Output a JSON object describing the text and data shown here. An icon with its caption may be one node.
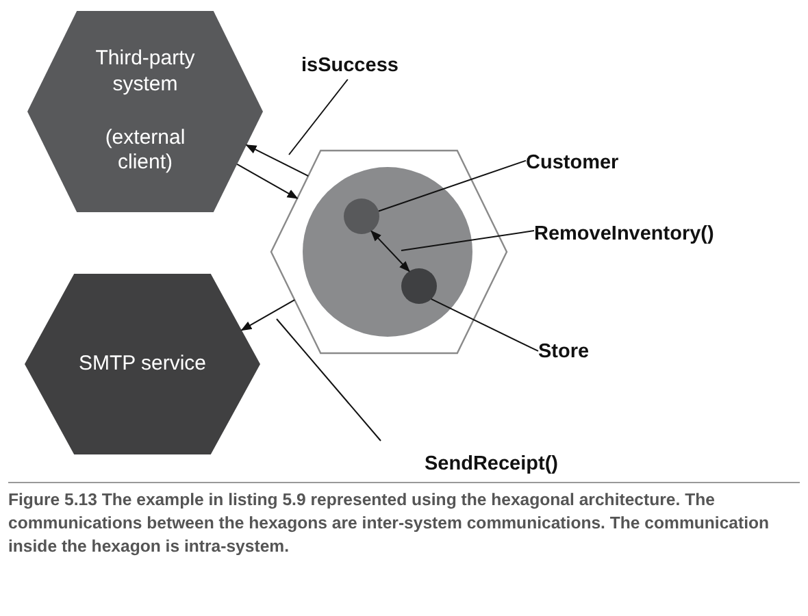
{
  "diagram": {
    "caption": "Figure 5.13 The example in listing 5.9 represented using the hexagonal architecture. The communications between the hexagons are inter-system communications. The communication inside the hexagon is intra-system.",
    "nodes": [
      {
        "text": [
          "Third-party system",
          "(external client)"
        ]
      },
      {
        "text": [
          "SMTP service"
        ]
      },
      {
        "text": [],
        "shape": "hexagon"
      },
      {
        "text": [],
        "shape": "circle",
        "in": 2
      },
      {
        "text": [],
        "shape": "circle",
        "in": 3
      },
      {
        "text": [],
        "shape": "circle",
        "in": 3
      },
      {
        "text": [
          "isSuccess"
        ]
      },
      {
        "text": [
          "Customer"
        ]
      },
      {
        "text": [
          "RemoveInventory()"
        ]
      },
      {
        "text": [
          "Store"
        ]
      },
      {
        "text": [
          "SendReceipt()"
        ]
      }
    ],
    "edges": [
      {
        "from": 2,
        "to": 0,
        "arrow": "to"
      },
      {
        "from": 0,
        "to": 2,
        "arrow": "to"
      },
      {
        "from": 2,
        "to": 1,
        "arrow": "to"
      },
      {
        "from": 4,
        "to": 5,
        "arrow": "both"
      },
      {
        "from": 6,
        "to": null,
        "arrow": "none"
      },
      {
        "from": 7,
        "to": 4,
        "arrow": "none"
      },
      {
        "from": 8,
        "to": null,
        "arrow": "none"
      },
      {
        "from": 9,
        "to": 5,
        "arrow": "none"
      },
      {
        "from": 10,
        "to": null,
        "arrow": "none"
      }
    ]
  }
}
